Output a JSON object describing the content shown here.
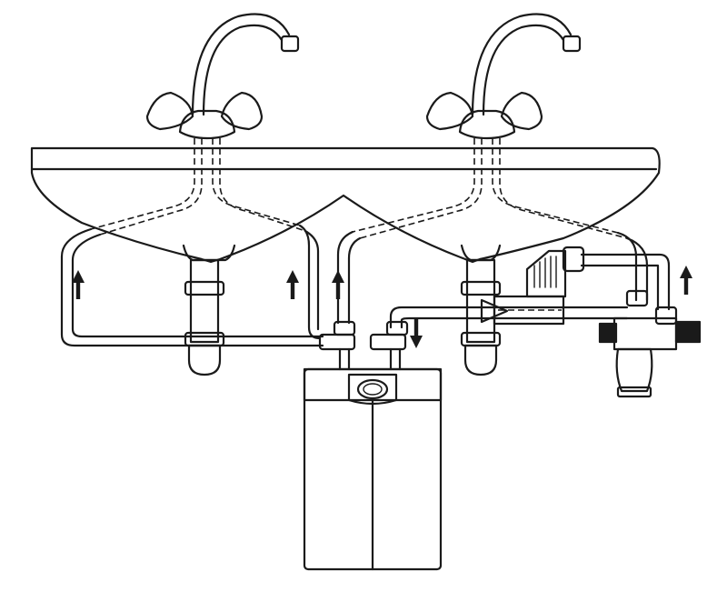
{
  "diagram": {
    "line_color": "#1a1a1a",
    "fill_color": "#ffffff",
    "shade_color": "#9a9a9a",
    "flow_arrows": [
      {
        "name": "flow-arrow-left-basin-up",
        "direction": "up"
      },
      {
        "name": "flow-arrow-left-basin-right-up",
        "direction": "up"
      },
      {
        "name": "flow-arrow-hot-outlet-up",
        "direction": "up"
      },
      {
        "name": "flow-arrow-cold-inlet-down",
        "direction": "down"
      },
      {
        "name": "flow-arrow-supply-up",
        "direction": "up"
      }
    ]
  }
}
